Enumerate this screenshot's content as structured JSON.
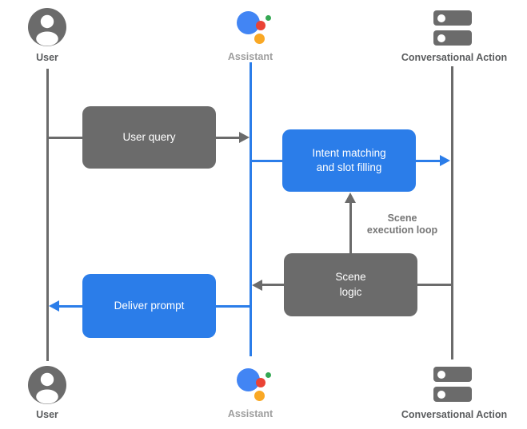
{
  "diagram": {
    "actors": {
      "user": {
        "label": "User"
      },
      "assistant": {
        "label": "Assistant"
      },
      "conversational_action": {
        "label": "Conversational Action"
      }
    },
    "boxes": {
      "user_query": {
        "label": "User query"
      },
      "intent_matching": {
        "line1": "Intent matching",
        "line2": "and slot filling"
      },
      "scene_logic": {
        "line1": "Scene",
        "line2": "logic"
      },
      "deliver_prompt": {
        "label": "Deliver prompt"
      }
    },
    "annotations": {
      "scene_execution_loop": {
        "line1": "Scene",
        "line2": "execution loop"
      }
    },
    "colors": {
      "flow_gray": "#6b6b6b",
      "flow_blue": "#2b7de9",
      "label_dark": "#5a5c5e",
      "label_light": "#9e9e9e",
      "annotation_gray": "#757575",
      "assistant_logo_blue": "#4285F4",
      "assistant_logo_red": "#EA4335",
      "assistant_logo_green": "#34A853",
      "assistant_logo_yellow": "#F9A825"
    }
  }
}
